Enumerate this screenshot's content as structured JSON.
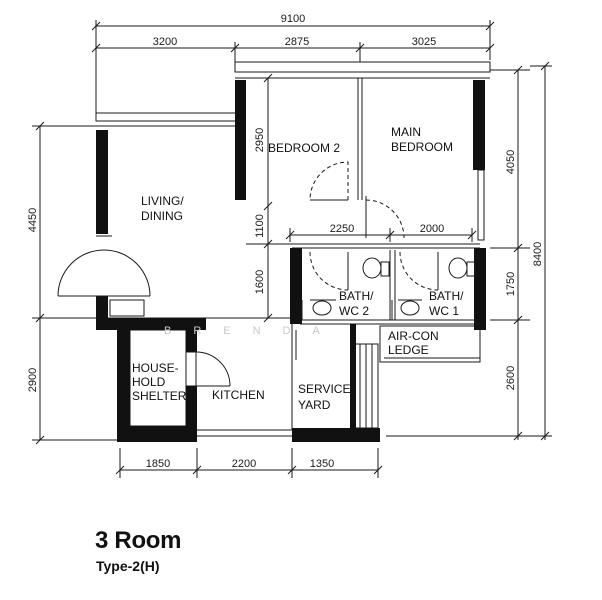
{
  "dimensions": {
    "overall_width": "9100",
    "top": [
      "3200",
      "2875",
      "3025"
    ],
    "interior": [
      "2250",
      "2000"
    ],
    "interior_vertical": [
      "2950",
      "1100",
      "1600"
    ],
    "left": [
      "4450",
      "2900"
    ],
    "right_inner": [
      "4050",
      "1750",
      "2600"
    ],
    "right_outer": "8400",
    "bottom": [
      "1850",
      "2200",
      "1350"
    ]
  },
  "rooms": {
    "bedroom2": "BEDROOM 2",
    "main_bedroom": [
      "MAIN",
      "BEDROOM"
    ],
    "living_dining": [
      "LIVING/",
      "DINING"
    ],
    "bath_wc2": [
      "BATH/",
      "WC 2"
    ],
    "bath_wc1": [
      "BATH/",
      "WC 1"
    ],
    "aircon_ledge": [
      "AIR-CON",
      "LEDGE"
    ],
    "household_shelter": [
      "HOUSE-",
      "HOLD",
      "SHELTER"
    ],
    "kitchen": "KITCHEN",
    "service_yard": [
      "SERVICE",
      "YARD"
    ]
  },
  "watermark": "BRENDA",
  "title": "3 Room",
  "subtitle": "Type-2(H)",
  "colors": {
    "wall": "#111111",
    "line": "#1a1a1a",
    "watermark": "#c9c9c9"
  }
}
